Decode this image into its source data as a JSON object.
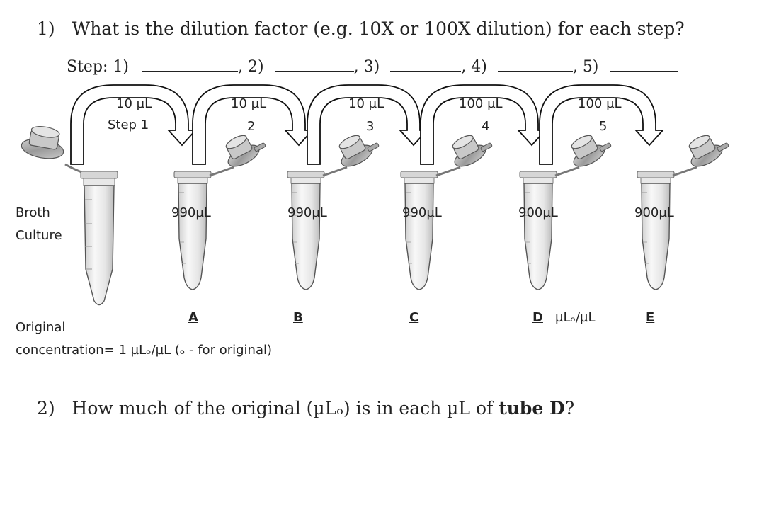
{
  "question1": {
    "number": "1)",
    "text": "What is the dilution factor (e.g. 10X or 100X dilution) for each step?"
  },
  "steps_line": {
    "prefix": "Step:",
    "items": [
      "1)",
      "2)",
      "3)",
      "4)",
      "5)"
    ]
  },
  "arrows": [
    {
      "volume": "10 µL",
      "step": "Step 1"
    },
    {
      "volume": "10 µL",
      "step": "2"
    },
    {
      "volume": "10 µL",
      "step": "3"
    },
    {
      "volume": "100 µL",
      "step": "4"
    },
    {
      "volume": "100 µL",
      "step": "5"
    }
  ],
  "broth": {
    "line1": "Broth",
    "line2": "Culture"
  },
  "tubes": [
    {
      "volume": "990µL",
      "letter": "A"
    },
    {
      "volume": "990µL",
      "letter": "B"
    },
    {
      "volume": "990µL",
      "letter": "C"
    },
    {
      "volume": "900µL",
      "letter": "D",
      "unit_note": "µLₒ/µL"
    },
    {
      "volume": "900µL",
      "letter": "E"
    }
  ],
  "original": {
    "line1": "Original",
    "line2": "concentration= 1 µLₒ/µL (ₒ - for original)"
  },
  "question2": {
    "number": "2)",
    "text_before": "How much of the original (µLₒ) is in each µL of ",
    "bold": "tube D",
    "text_after": "?"
  },
  "colors": {
    "ink": "#222222",
    "tube_outline": "#555555",
    "tube_fill": "#f2f2f2",
    "cap_fill": "#bdbdbd"
  }
}
